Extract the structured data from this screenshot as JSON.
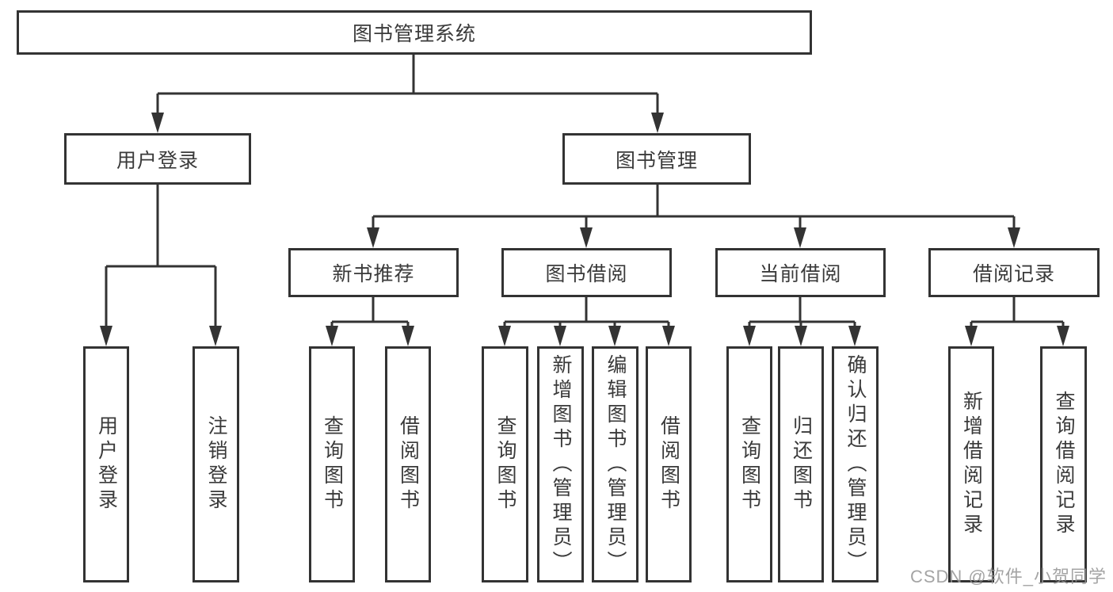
{
  "diagram": {
    "root": {
      "label": "图书管理系统"
    },
    "level2": [
      {
        "label": "用户登录"
      },
      {
        "label": "图书管理"
      }
    ],
    "level3": [
      {
        "label": "新书推荐"
      },
      {
        "label": "图书借阅"
      },
      {
        "label": "当前借阅"
      },
      {
        "label": "借阅记录"
      }
    ],
    "leaves": {
      "login": [
        "用户登录",
        "注销登录"
      ],
      "recommend": [
        "查询图书",
        "借阅图书"
      ],
      "borrow": [
        "查询图书",
        "新增图书（管理员）",
        "编辑图书（管理员）",
        "借阅图书"
      ],
      "current": [
        "查询图书",
        "归还图书",
        "确认归还（管理员）"
      ],
      "records": [
        "新增借阅记录",
        "查询借阅记录"
      ]
    }
  },
  "watermark": {
    "text": "CSDN @软件_小贺同学"
  },
  "colors": {
    "line": "#333333",
    "border": "#333333",
    "text": "#3a3a3a",
    "watermark": "#949494",
    "background": "#ffffff"
  }
}
